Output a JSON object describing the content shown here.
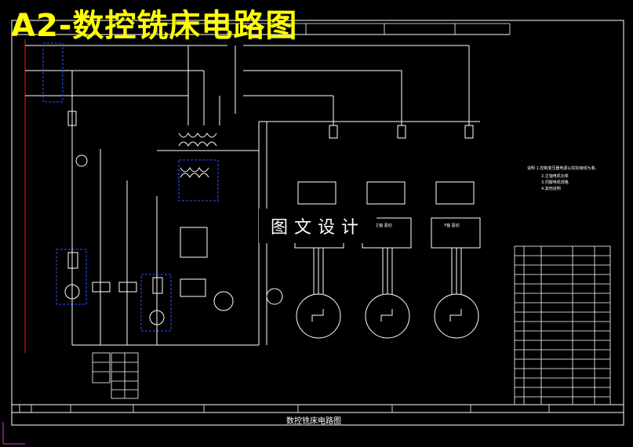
{
  "overlay_title": "A2-数控铣床电路图",
  "watermark": "图文设计",
  "drawing_title": "数控铣床电路图",
  "spindle_labels": {
    "left": "",
    "center": "主轴 驱动",
    "right": "Y轴 驱动"
  },
  "note_lines": [
    "说明 1.控制变压器电源以实际接线为准。",
    "2.主轴电机功率",
    "3.伺服电机规格",
    "4.其他说明"
  ],
  "colors": {
    "background": "#000000",
    "line": "#ffffff",
    "wire_red": "#d01010",
    "dashed_blue": "#3050ff",
    "title_yellow": "#ffff00"
  }
}
